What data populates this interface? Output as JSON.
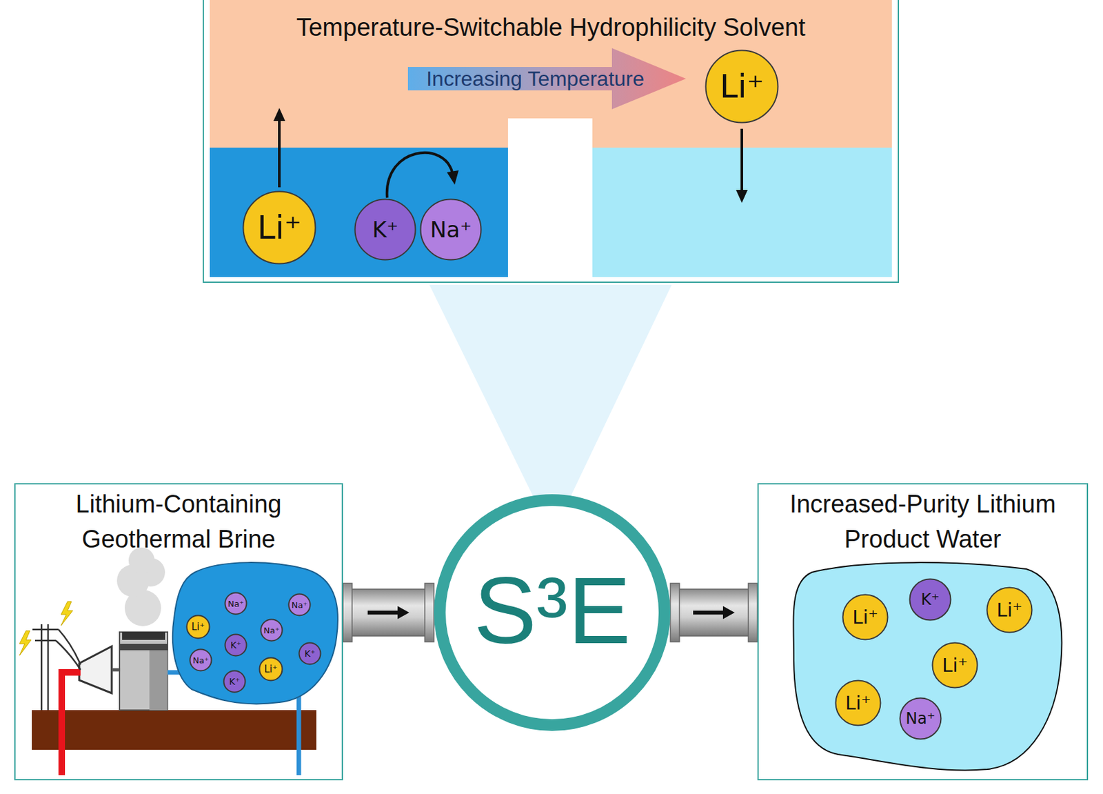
{
  "diagram": {
    "nodes": [
      {
        "text": [
          "Temperature-Switchable Hydrophilicity Solvent"
        ]
      },
      {
        "text": [
          "Li⁺"
        ],
        "in": 0
      },
      {
        "text": [
          "K⁺"
        ],
        "in": 0
      },
      {
        "text": [
          "Na⁺"
        ],
        "in": 0
      },
      {
        "text": [
          "Li⁺"
        ],
        "in": 0
      },
      {
        "text": [
          "Lithium-Containing Geothermal Brine"
        ]
      },
      {
        "text": [
          "Na⁺"
        ],
        "in": 5
      },
      {
        "text": [
          "Na⁺"
        ],
        "in": 5
      },
      {
        "text": [
          "Li⁺"
        ],
        "in": 5
      },
      {
        "text": [
          "Na⁺"
        ],
        "in": 5
      },
      {
        "text": [
          "K⁺"
        ],
        "in": 5
      },
      {
        "text": [
          "Na⁺"
        ],
        "in": 5
      },
      {
        "text": [
          "K⁺"
        ],
        "in": 5
      },
      {
        "text": [
          "Li⁺"
        ],
        "in": 5
      },
      {
        "text": [
          "K⁺"
        ],
        "in": 5
      },
      {
        "text": [
          "S³E"
        ]
      },
      {
        "text": [
          "Increased-Purity Lithium Product Water"
        ]
      },
      {
        "text": [
          "Li⁺"
        ],
        "in": 16
      },
      {
        "text": [
          "K⁺"
        ],
        "in": 16
      },
      {
        "text": [
          "Li⁺"
        ],
        "in": 16
      },
      {
        "text": [
          "Li⁺"
        ],
        "in": 16
      },
      {
        "text": [
          "Li⁺"
        ],
        "in": 16
      },
      {
        "text": [
          "Na⁺"
        ],
        "in": 16
      }
    ],
    "edges": [
      {
        "from": 5,
        "to": 15,
        "arrow": "to"
      },
      {
        "from": 15,
        "to": 16,
        "arrow": "to"
      }
    ],
    "labels": [
      "Increasing Temperature"
    ]
  }
}
